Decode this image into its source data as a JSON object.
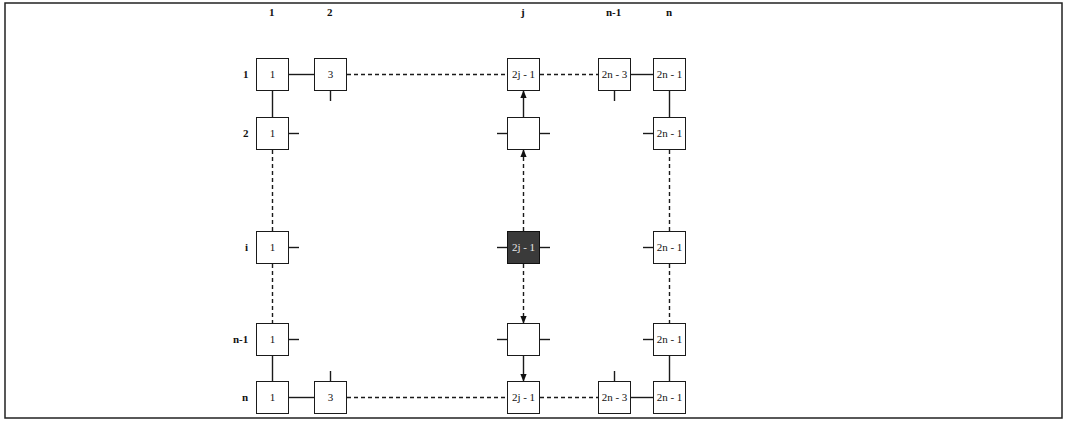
{
  "diagram": {
    "nodes": [
      {
        "text": [
          "1"
        ]
      },
      {
        "text": [
          "3"
        ]
      },
      {
        "text": [
          "2j - 1"
        ]
      },
      {
        "text": [
          "2n - 3"
        ]
      },
      {
        "text": [
          "2n - 1"
        ]
      },
      {
        "text": [
          "1"
        ]
      },
      {
        "text": []
      },
      {
        "text": [
          "2n - 1"
        ]
      },
      {
        "text": [
          "1"
        ]
      },
      {
        "text": [
          "2j - 1"
        ]
      },
      {
        "text": [
          "2n - 1"
        ]
      },
      {
        "text": [
          "1"
        ]
      },
      {
        "text": []
      },
      {
        "text": [
          "2n - 1"
        ]
      },
      {
        "text": [
          "1"
        ]
      },
      {
        "text": [
          "3"
        ]
      },
      {
        "text": [
          "2j - 1"
        ]
      },
      {
        "text": [
          "2n - 3"
        ]
      },
      {
        "text": [
          "2n - 1"
        ]
      }
    ],
    "edges": [
      {
        "from": 0,
        "to": 1,
        "arrow": "none"
      },
      {
        "from": 1,
        "to": 2,
        "arrow": "none"
      },
      {
        "from": 2,
        "to": 3,
        "arrow": "none"
      },
      {
        "from": 3,
        "to": 4,
        "arrow": "none"
      },
      {
        "from": 0,
        "to": 5,
        "arrow": "none"
      },
      {
        "from": 5,
        "to": 8,
        "arrow": "none"
      },
      {
        "from": 8,
        "to": 11,
        "arrow": "none"
      },
      {
        "from": 11,
        "to": 14,
        "arrow": "none"
      },
      {
        "from": 4,
        "to": 7,
        "arrow": "none"
      },
      {
        "from": 7,
        "to": 10,
        "arrow": "none"
      },
      {
        "from": 10,
        "to": 13,
        "arrow": "none"
      },
      {
        "from": 13,
        "to": 18,
        "arrow": "none"
      },
      {
        "from": 14,
        "to": 15,
        "arrow": "none"
      },
      {
        "from": 15,
        "to": 16,
        "arrow": "none"
      },
      {
        "from": 16,
        "to": 17,
        "arrow": "none"
      },
      {
        "from": 17,
        "to": 18,
        "arrow": "none"
      },
      {
        "from": 9,
        "to": 6,
        "arrow": "to"
      },
      {
        "from": 6,
        "to": 2,
        "arrow": "to"
      },
      {
        "from": 9,
        "to": 12,
        "arrow": "to"
      },
      {
        "from": 12,
        "to": 16,
        "arrow": "to"
      }
    ],
    "labels": [
      "1",
      "2",
      "j",
      "n-1",
      "n",
      "1",
      "2",
      "i",
      "n-1",
      "n"
    ]
  }
}
